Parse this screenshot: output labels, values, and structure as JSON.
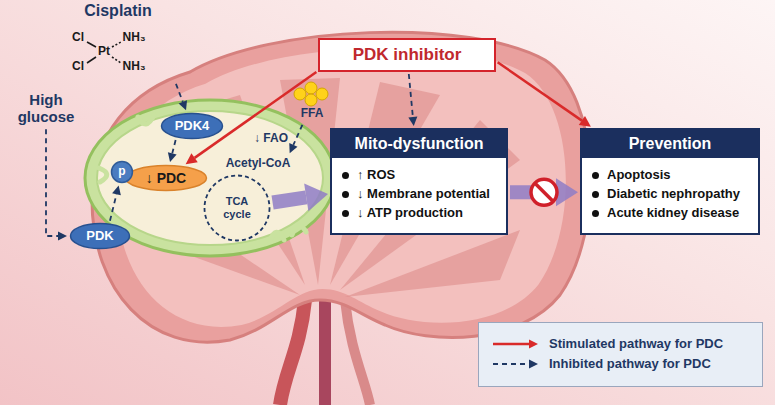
{
  "diagram": {
    "nodes": [
      {
        "text": [
          "Cisplatin"
        ]
      },
      {
        "text": [
          "PDK inhibitor"
        ]
      },
      {
        "text": [
          "High glucose"
        ]
      },
      {
        "text": [
          "PDK4"
        ]
      },
      {
        "text": [
          "FFA"
        ]
      },
      {
        "text": [
          "p"
        ]
      },
      {
        "text": [
          "↓ PDC"
        ]
      },
      {
        "text": [
          "Acetyl-CoA"
        ]
      },
      {
        "text": [
          "TCA cycle"
        ]
      },
      {
        "text": [
          "PDK"
        ]
      },
      {
        "text": [
          "Mito-dysfunction",
          "↑ ROS",
          "↓ Membrane potential",
          "↓ ATP production"
        ]
      },
      {
        "text": [
          "Prevention",
          "Apoptosis",
          "Diabetic nephropathy",
          "Acute kidney disease"
        ]
      }
    ],
    "edges": [
      {
        "from": 1,
        "to": 6,
        "arrow": "to"
      },
      {
        "from": 1,
        "to": 10,
        "arrow": "to"
      },
      {
        "from": 1,
        "to": 11,
        "arrow": "to"
      },
      {
        "from": 0,
        "to": 3,
        "arrow": "to"
      },
      {
        "from": 2,
        "to": 9,
        "arrow": "to"
      },
      {
        "from": 3,
        "to": 6,
        "arrow": "to"
      },
      {
        "from": 9,
        "to": 5,
        "arrow": "to"
      },
      {
        "from": 4,
        "to": 7,
        "label": "↓ FAO",
        "arrow": "to"
      },
      {
        "from": 8,
        "to": 10,
        "arrow": "to"
      },
      {
        "from": 10,
        "to": 11,
        "arrow": "to"
      }
    ],
    "labels": [
      "Cl",
      "NH₃",
      "Pt",
      "Cl",
      "NH₃"
    ],
    "legend": [
      {
        "text": "Stimulated pathway for PDC"
      },
      {
        "text": "Inhibited pathway for PDC"
      }
    ]
  }
}
